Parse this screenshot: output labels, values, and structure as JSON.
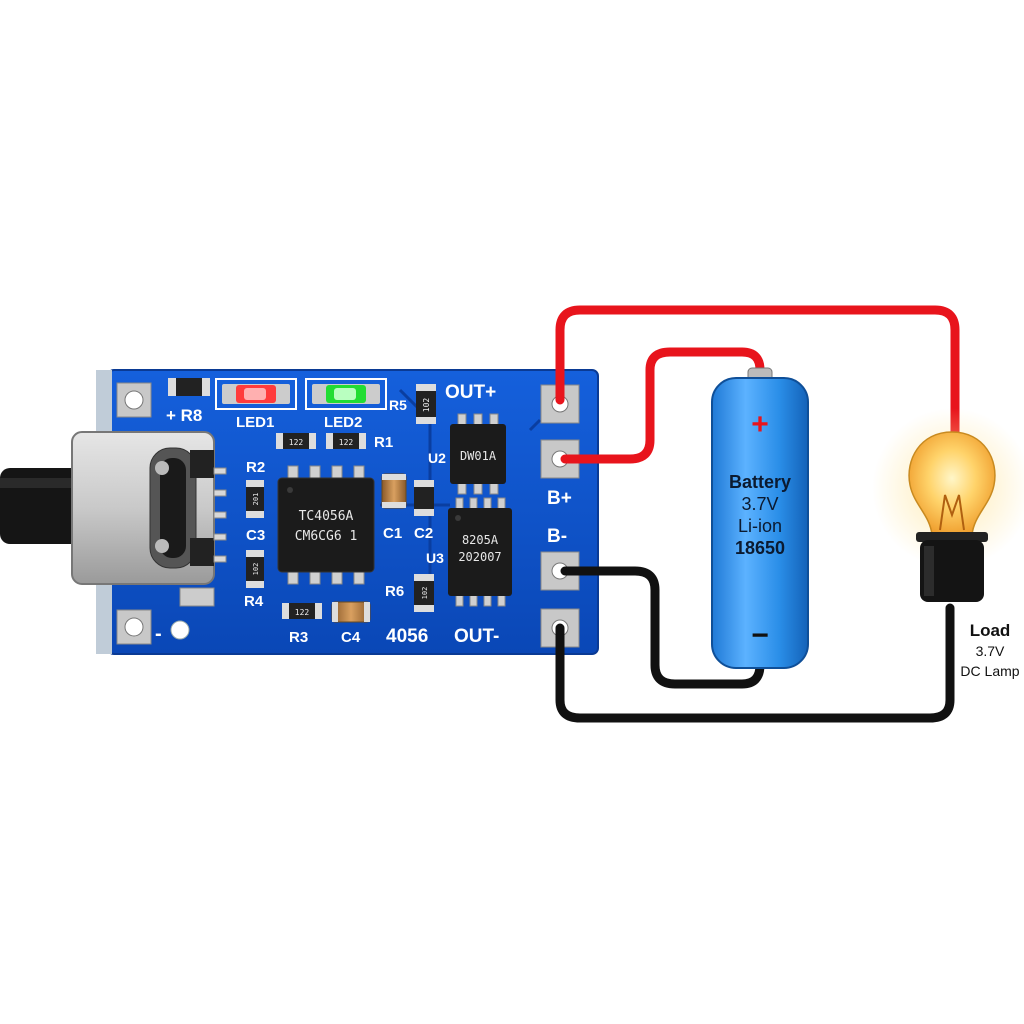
{
  "board": {
    "model": "4056",
    "silkscreen": {
      "plus_r8": "+ R8",
      "led1": "LED1",
      "led2": "LED2",
      "r5": "R5",
      "r1": "R1",
      "r2": "R2",
      "c3": "C3",
      "r4": "R4",
      "r3": "R3",
      "c4": "C4",
      "c1": "C1",
      "c2": "C2",
      "r6": "R6",
      "u2": "U2",
      "u3": "U3",
      "minus": "-"
    },
    "pins": {
      "out_plus": "OUT+",
      "b_plus": "B+",
      "b_minus": "B-",
      "out_minus": "OUT-"
    },
    "chips": {
      "main_line1": "TC4056A",
      "main_line2": "CM6CG6 1",
      "protect": "DW01A",
      "mosfet_line1": "8205A",
      "mosfet_line2": "202007"
    },
    "resistor_codes": {
      "r5": "102",
      "r1": "122",
      "led_r": "122",
      "r2": "201",
      "r4": "102",
      "r3": "122",
      "r6": "102"
    },
    "colors": {
      "pcb": "#0a50c8",
      "led1": "#ff3b3b",
      "led2": "#22dd33",
      "wire_positive": "#e8141c",
      "wire_negative": "#111111"
    }
  },
  "battery": {
    "line1": "Battery",
    "line2": "3.7V",
    "line3": "Li-ion",
    "line4": "18650",
    "plus_sign": "+",
    "minus_sign": "−",
    "color": "#2a8ee8"
  },
  "load": {
    "title": "Load",
    "line1": "3.7V",
    "line2": "DC Lamp"
  },
  "icons": {
    "connector": "usb-c-connector-icon",
    "lamp": "light-bulb-icon"
  }
}
